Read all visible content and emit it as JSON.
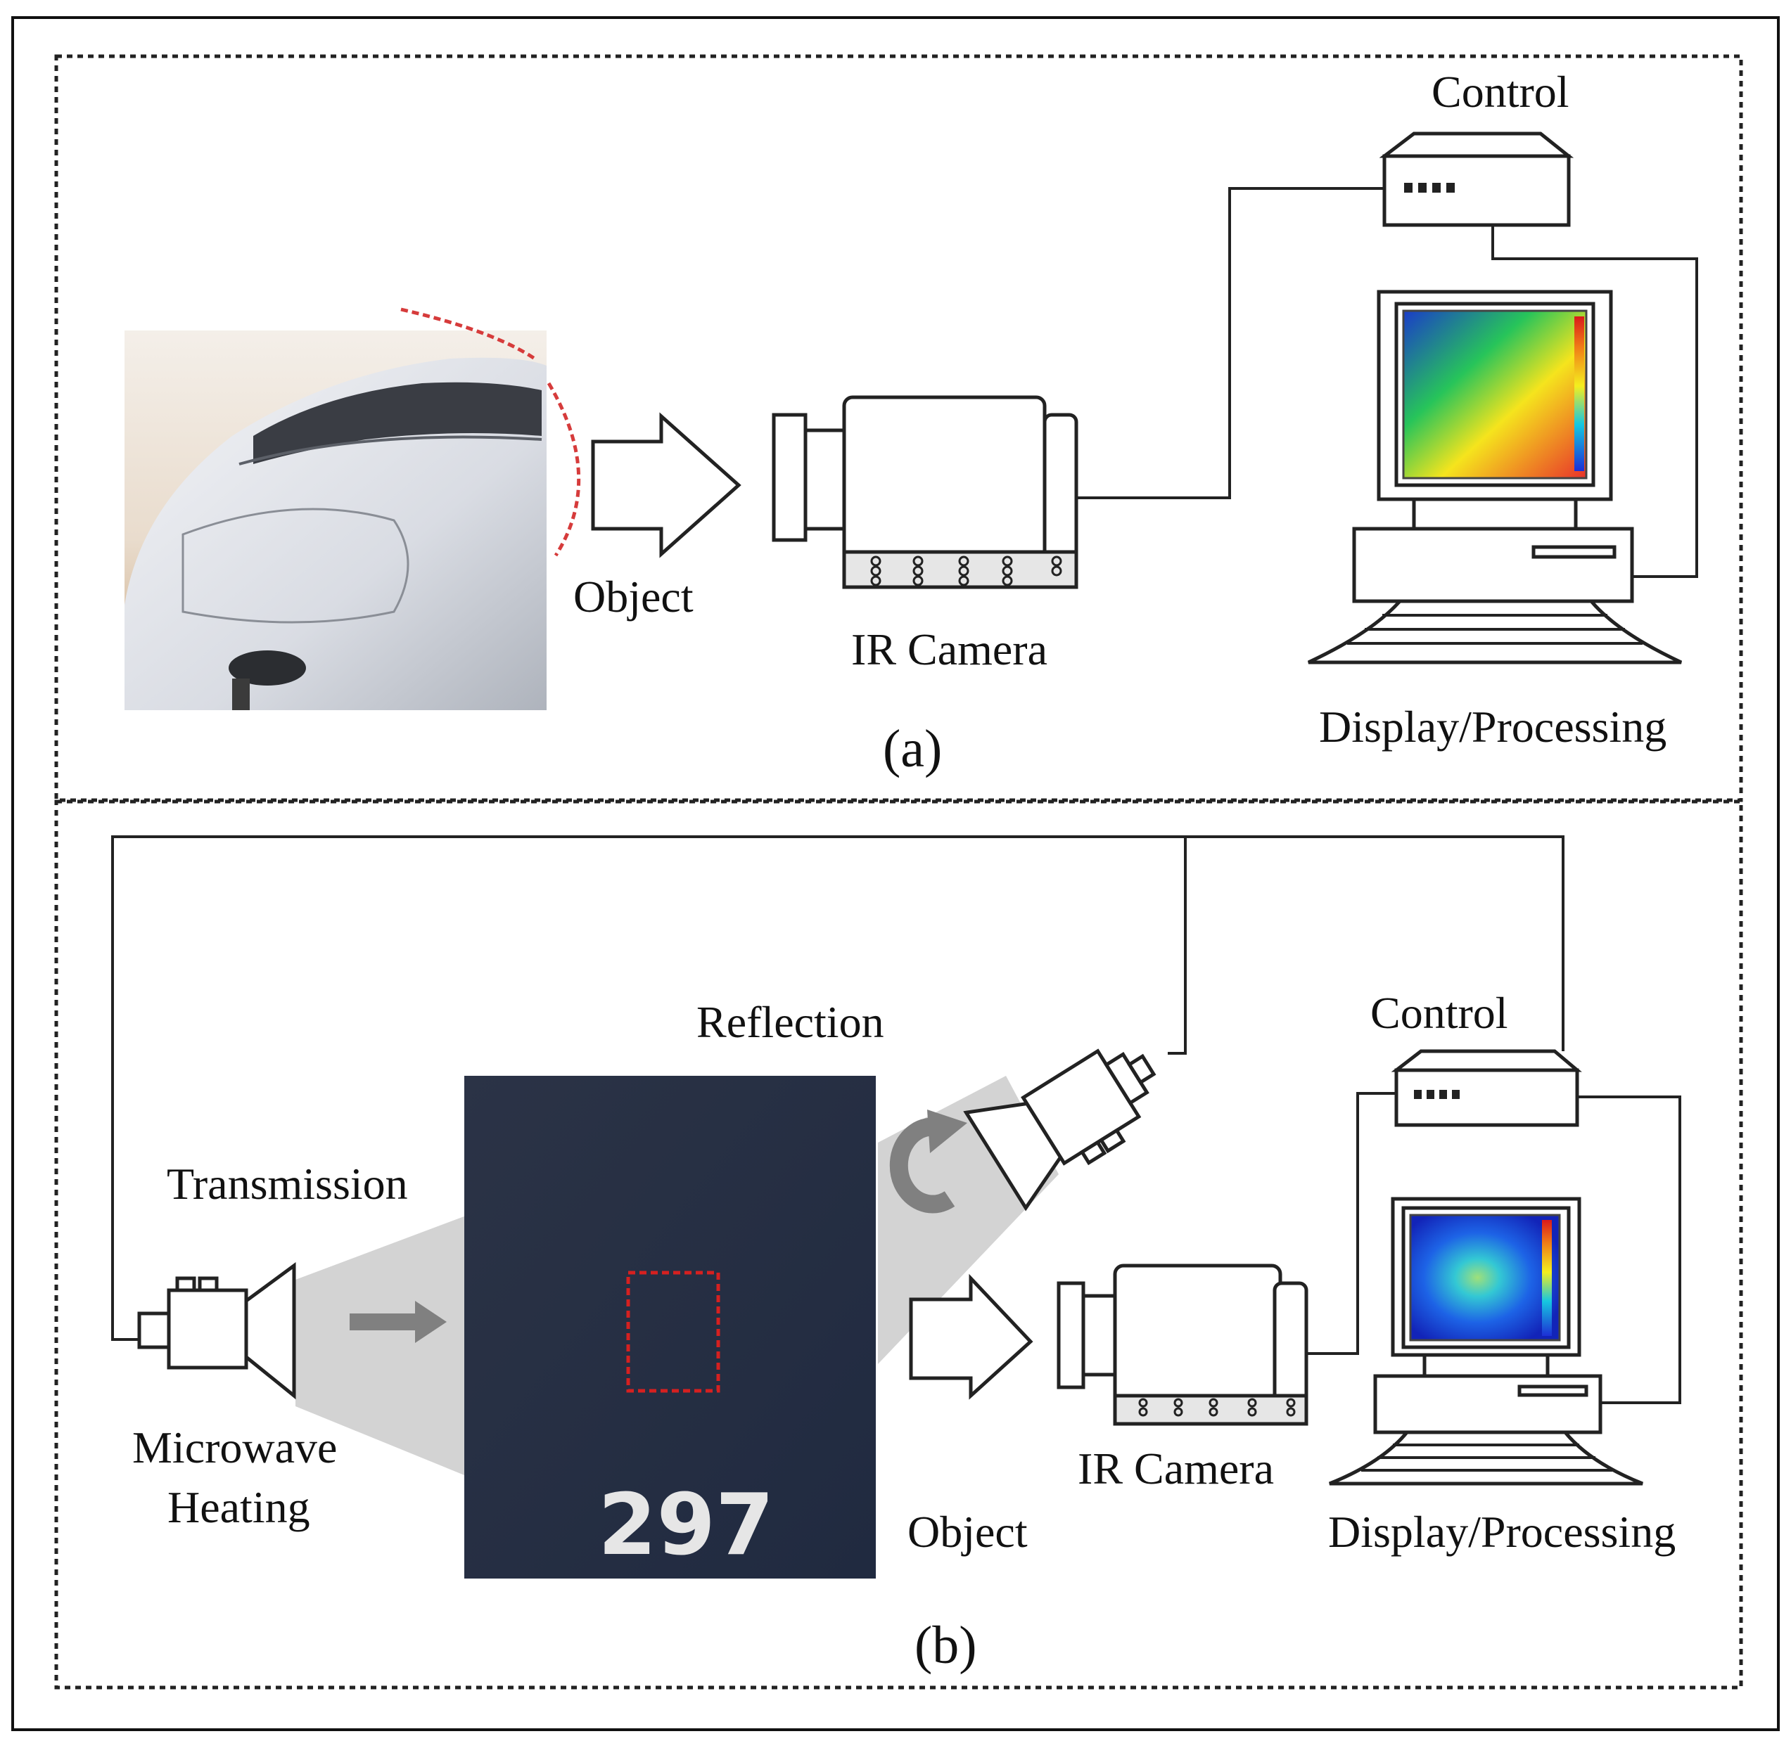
{
  "panel_a": {
    "caption": "(a)",
    "object_label": "Object",
    "camera_label": "IR Camera",
    "control_label": "Control",
    "display_label": "Display/Processing"
  },
  "panel_b": {
    "caption": "(b)",
    "transmission_label": "Transmission",
    "reflection_label": "Reflection",
    "heater_label_line1": "Microwave",
    "heater_label_line2": "Heating",
    "object_label": "Object",
    "camera_label": "IR Camera",
    "control_label": "Control",
    "display_label": "Display/Processing",
    "specimen_marking": "297"
  },
  "colors": {
    "line": "#222222",
    "dashed_region": "#d62020",
    "beam_gray": "#cfcfcf",
    "arrow_gray": "#808080",
    "specimen": "#27324a"
  },
  "icons": [
    "aircraft-photo",
    "ir-camera-icon",
    "control-unit-icon",
    "computer-icon",
    "microwave-horn-icon",
    "specimen-photo"
  ]
}
